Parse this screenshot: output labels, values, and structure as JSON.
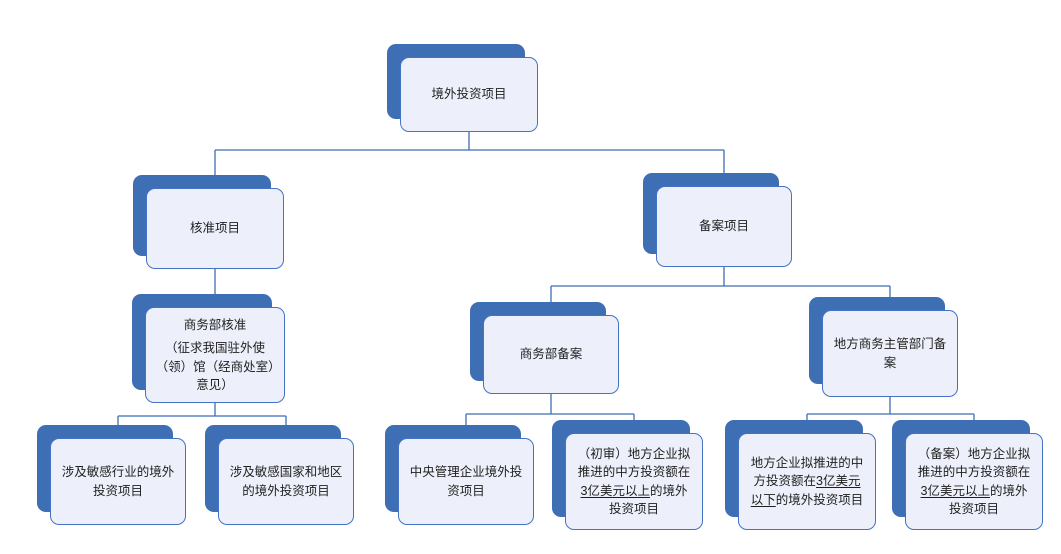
{
  "diagram": {
    "colors": {
      "accent": "#3E6EB4",
      "card_fill": "#EDF0FA",
      "card_border": "#4472C4",
      "connector": "#3E6EB4",
      "text": "#1F1F1F",
      "background": "#FFFFFF"
    },
    "nodes": {
      "root": {
        "label": "境外投资项目"
      },
      "approval": {
        "label": "核准项目"
      },
      "filing": {
        "label": "备案项目"
      },
      "mofcom_approval": {
        "title": "商务部核准",
        "note": "（征求我国驻外使（领）馆（经商处室）意见）"
      },
      "mofcom_filing": {
        "label": "商务部备案"
      },
      "local_dept_filing": {
        "label": "地方商务主管部门备案"
      },
      "sensitive_industry": {
        "label": "涉及敏感行业的境外投资项目"
      },
      "sensitive_country": {
        "label": "涉及敏感国家和地区的境外投资项目"
      },
      "central_enterprise": {
        "label": "中央管理企业境外投资项目"
      },
      "preliminary_review": {
        "prefix": "（初审）地方企业拟推进的中方投资额在",
        "underlined": "3亿美元以上",
        "suffix": "的境外投资项目"
      },
      "local_below_300m": {
        "prefix": "地方企业拟推进的中方投资额在",
        "underlined": "3亿美元以下",
        "suffix": "的境外投资项目"
      },
      "local_above_300m": {
        "prefix": "（备案）地方企业拟推进的中方投资额在",
        "underlined": "3亿美元以上",
        "suffix": "的境外投资项目"
      }
    }
  }
}
